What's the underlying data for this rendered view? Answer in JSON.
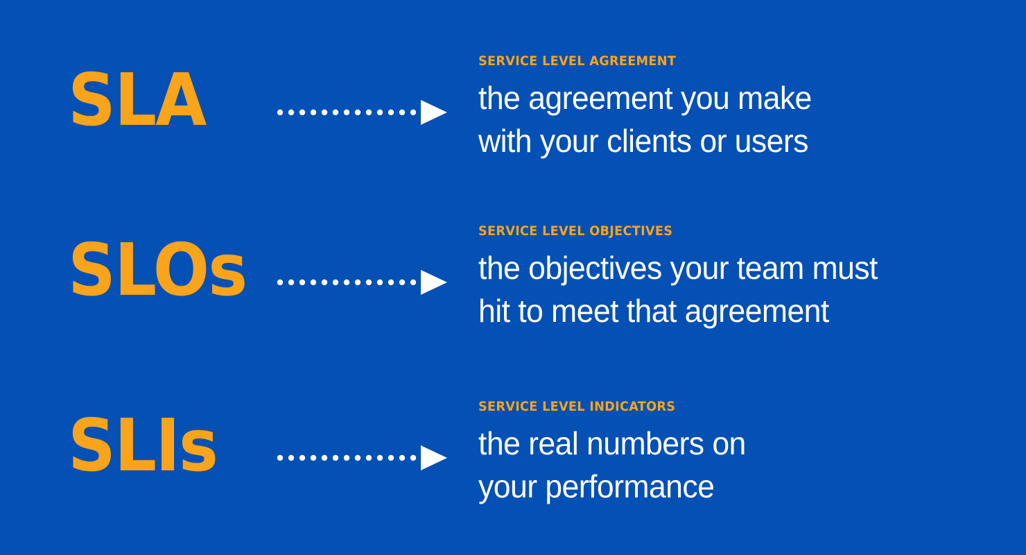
{
  "poster": {
    "background_color": "#0450b4",
    "accent_color": "#f9a41b",
    "text_color": "#ffffff",
    "connector_icon": "dotted-arrow-right-icon",
    "connector_dot_count": 13
  },
  "rows": [
    {
      "acronym": "SLA",
      "eyebrow": "SERVICE LEVEL AGREEMENT",
      "description_line1": "the agreement you make",
      "description_line2": "with your clients or users"
    },
    {
      "acronym": "SLOs",
      "eyebrow": "SERVICE LEVEL OBJECTIVES",
      "description_line1": "the objectives your team must",
      "description_line2": "hit to meet that agreement"
    },
    {
      "acronym": "SLIs",
      "eyebrow": "SERVICE LEVEL INDICATORS",
      "description_line1": "the real numbers on",
      "description_line2": "your performance"
    }
  ]
}
